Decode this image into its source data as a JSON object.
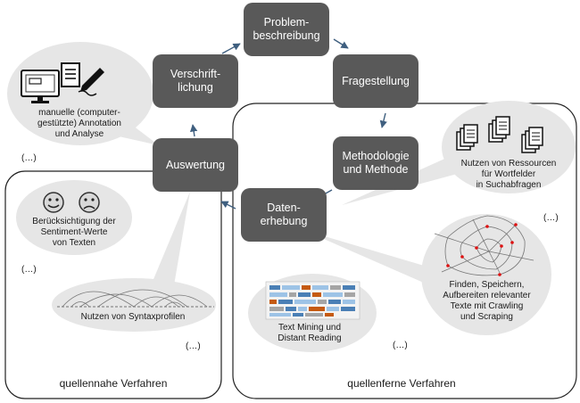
{
  "steps": {
    "problem": "Problem-\nbeschreibung",
    "frage": "Fragestellung",
    "methodologie": "Methodologie\nund Methode",
    "daten": "Daten-\nerhebung",
    "auswertung": "Auswertung",
    "verschrift": "Verschrift-\nlichung"
  },
  "notes": {
    "annotation": "manuelle (computer-\ngestützte) Annotation\nund Analyse",
    "sentiment": "Berücksichtigung der\nSentiment-Werte\nvon Texten",
    "syntax": "Nutzen von Syntaxprofilen",
    "ressourcen": "Nutzen von Ressourcen\nfür Wortfelder\nin Suchabfragen",
    "crawling": "Finden, Speichern,\nAufbereiten relevanter\nTexte mit Crawling\nund Scraping",
    "textmining": "Text Mining  und\nDistant Reading"
  },
  "ellipsis": "(…)",
  "regions": {
    "nah": "quellennahe Verfahren",
    "fern": "quellenferne Verfahren"
  },
  "colors": {
    "step_fill": "#595959",
    "bubble_fill": "#e6e6e6",
    "arrow": "#3f5f7f"
  },
  "icons": [
    "computer-annotation-icon",
    "document-pen-icon",
    "smiley-happy-icon",
    "smiley-sad-icon",
    "documents-stack-icon",
    "spider-web-icon",
    "syntax-tree-icon",
    "text-mining-bars-icon"
  ]
}
